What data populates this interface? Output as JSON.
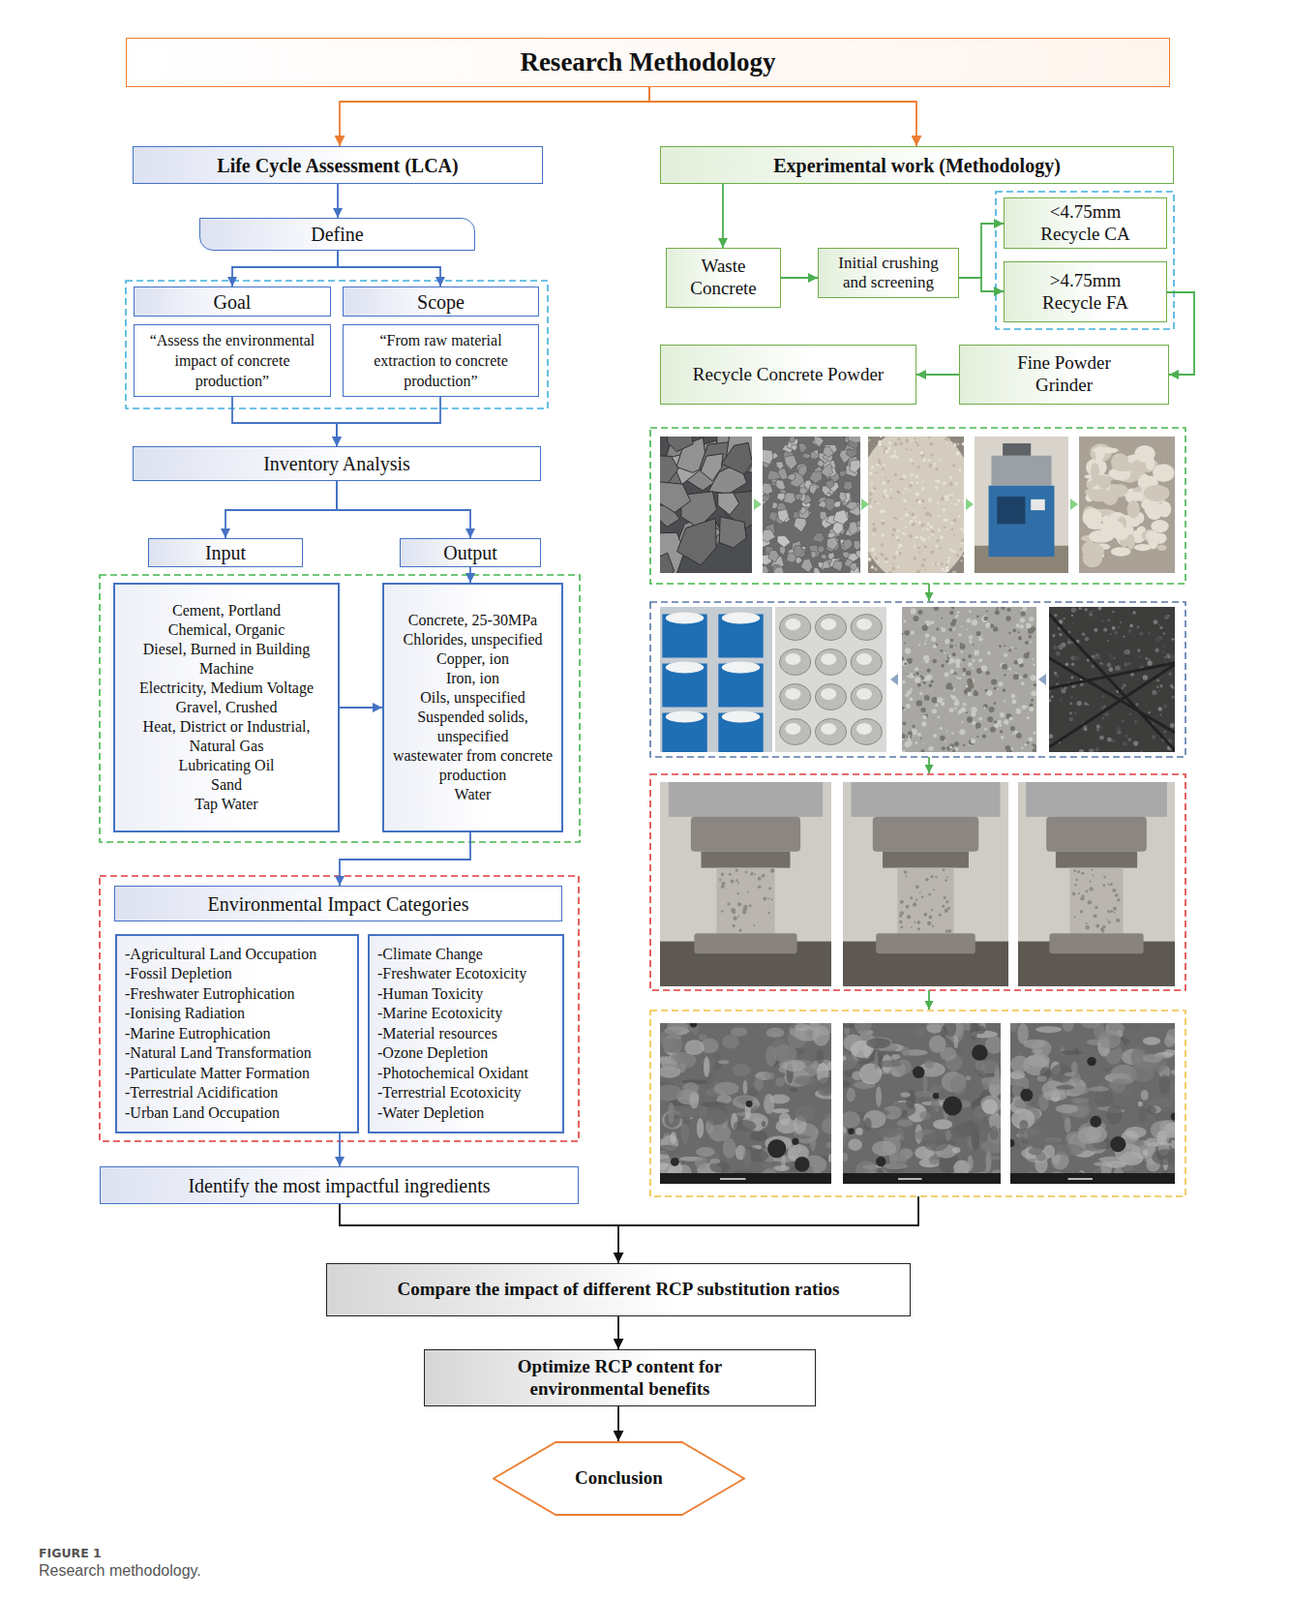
{
  "diagram": {
    "caption": "Research methodology.",
    "nodes": [
      {
        "text": [
          "Research Methodology"
        ]
      },
      {
        "text": [
          "Life Cycle Assessment (LCA)"
        ]
      },
      {
        "text": [
          "Define"
        ]
      },
      {
        "text": [
          "Goal"
        ]
      },
      {
        "text": [
          "“Assess the environmental impact of concrete production”"
        ]
      },
      {
        "text": [
          "Scope"
        ]
      },
      {
        "text": [
          "“From raw material extraction to concrete production”"
        ]
      },
      {
        "text": [
          "Inventory Analysis"
        ]
      },
      {
        "text": [
          "Input"
        ]
      },
      {
        "text": [
          "Output"
        ]
      },
      {
        "text": [
          "Cement, Portland",
          "Chemical, Organic",
          "Diesel, Burned in Building Machine",
          "Electricity, Medium Voltage",
          "Gravel, Crushed",
          "Heat, District or Industrial, Natural Gas",
          "Lubricating Oil",
          "Sand",
          "Tap Water"
        ]
      },
      {
        "text": [
          "Concrete, 25-30MPa",
          "Chlorides, unspecified",
          "Copper, ion",
          "Iron, ion",
          "Oils, unspecified",
          "Suspended solids, unspecified",
          "wastewater from concrete production",
          "Water"
        ]
      },
      {
        "text": [
          "Environmental Impact Categories"
        ]
      },
      {
        "text": [
          "-Agricultural Land Occupation",
          "-Fossil Depletion",
          "-Freshwater Eutrophication",
          "-Ionising Radiation",
          "-Marine Eutrophication",
          "-Natural Land Transformation",
          "-Particulate Matter Formation",
          "-Terrestrial Acidification",
          "-Urban Land Occupation"
        ]
      },
      {
        "text": [
          "-Climate Change",
          "-Freshwater Ecotoxicity",
          "-Human Toxicity",
          "-Marine Ecotoxicity",
          "-Material resources",
          "-Ozone Depletion",
          "-Photochemical Oxidant",
          "-Terrestrial Ecotoxicity",
          "-Water Depletion"
        ]
      },
      {
        "text": [
          "Identify the most impactful ingredients"
        ]
      },
      {
        "text": [
          "Experimental work (Methodology)"
        ]
      },
      {
        "text": [
          "Waste Concrete"
        ]
      },
      {
        "text": [
          "Initial crushing and screening"
        ]
      },
      {
        "text": [
          "<4.75mm Recycle CA"
        ]
      },
      {
        "text": [
          ">4.75mm Recycle FA"
        ]
      },
      {
        "text": [
          "Fine Powder Grinder"
        ]
      },
      {
        "text": [
          "Recycle Concrete Powder"
        ]
      },
      {
        "text": [
          "Compare the impact of different RCP substitution ratios"
        ]
      },
      {
        "text": [
          "Optimize RCP content for environmental benefits"
        ]
      },
      {
        "text": [
          "Conclusion"
        ]
      }
    ],
    "edges": [
      {
        "from": 0,
        "to": 1,
        "arrow": "to"
      },
      {
        "from": 0,
        "to": 16,
        "arrow": "to"
      },
      {
        "from": 1,
        "to": 2,
        "arrow": "to"
      },
      {
        "from": 2,
        "to": 3,
        "arrow": "to"
      },
      {
        "from": 2,
        "to": 5,
        "arrow": "to"
      },
      {
        "from": 4,
        "to": 7,
        "arrow": "to"
      },
      {
        "from": 6,
        "to": 7,
        "arrow": "to"
      },
      {
        "from": 7,
        "to": 8,
        "arrow": "to"
      },
      {
        "from": 7,
        "to": 9,
        "arrow": "to"
      },
      {
        "from": 9,
        "to": 11,
        "arrow": "to"
      },
      {
        "from": 10,
        "to": 11,
        "arrow": "to"
      },
      {
        "from": 11,
        "to": 12,
        "arrow": "to"
      },
      {
        "from": 13,
        "to": 15,
        "arrow": "to"
      },
      {
        "from": 15,
        "to": 23,
        "arrow": "to"
      },
      {
        "from": 23,
        "to": 24,
        "arrow": "to"
      },
      {
        "from": 24,
        "to": 25,
        "arrow": "to"
      },
      {
        "from": 16,
        "to": 17,
        "arrow": "to"
      },
      {
        "from": 17,
        "to": 18,
        "arrow": "to"
      },
      {
        "from": 18,
        "to": 19,
        "arrow": "to"
      },
      {
        "from": 18,
        "to": 20,
        "arrow": "to"
      },
      {
        "from": 20,
        "to": 21,
        "arrow": "to"
      },
      {
        "from": 21,
        "to": 22,
        "arrow": "to"
      }
    ],
    "labels": [
      "FIGURE 1"
    ]
  }
}
